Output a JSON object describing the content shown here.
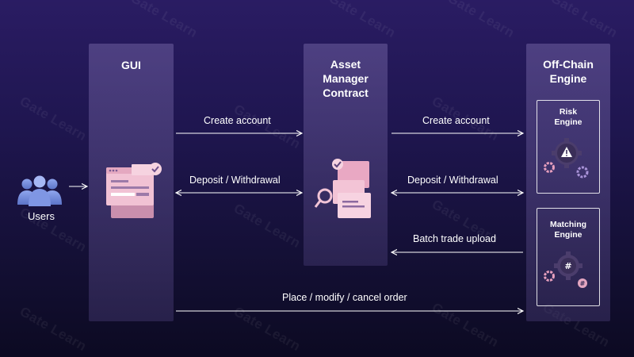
{
  "watermark": "Gate Learn",
  "nodes": {
    "users": "Users",
    "gui": "GUI",
    "asset_manager": "Asset\nManager\nContract",
    "off_chain": "Off-Chain\nEngine",
    "risk_engine": "Risk\nEngine",
    "matching_engine": "Matching\nEngine"
  },
  "edges": {
    "gui_create": "Create account",
    "gui_deposit": "Deposit / Withdrawal",
    "am_create": "Create account",
    "am_deposit": "Deposit / Withdrawal",
    "batch": "Batch trade upload",
    "order": "Place / modify / cancel order"
  },
  "colors": {
    "accent_pink": "#e7a3bf",
    "accent_blue": "#6f86d6",
    "arrow": "#ffffff"
  }
}
